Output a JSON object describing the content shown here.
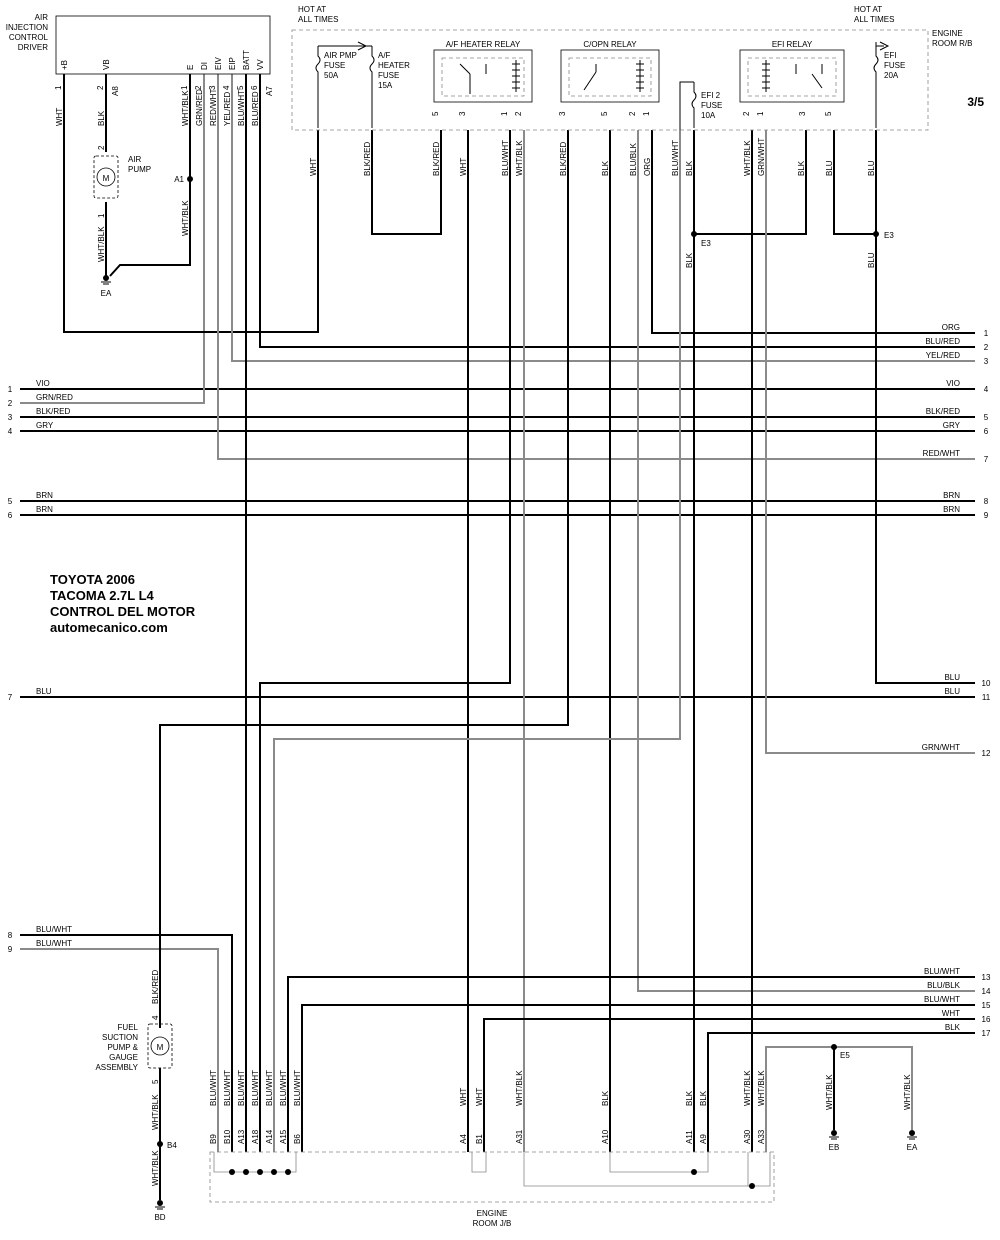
{
  "page_number": "3/5",
  "title": {
    "line1": "TOYOTA 2006",
    "line2": "TACOMA 2.7L  L4",
    "line3": "CONTROL DEL MOTOR",
    "line4": "automecanico.com"
  },
  "components": {
    "air_injection_driver": [
      "AIR",
      "INJECTION",
      "CONTROL",
      "DRIVER"
    ],
    "air_pump": [
      "AIR",
      "PUMP"
    ],
    "hot_at_all_times": [
      "HOT AT",
      "ALL TIMES"
    ],
    "air_pmp_fuse": [
      "AIR PMP",
      "FUSE",
      "50A"
    ],
    "af_heater_fuse": [
      "A/F",
      "HEATER",
      "FUSE",
      "15A"
    ],
    "af_heater_relay": "A/F HEATER RELAY",
    "c_opn_relay": "C/OPN RELAY",
    "efi_relay": "EFI RELAY",
    "efi2_fuse": [
      "EFI 2",
      "FUSE",
      "10A"
    ],
    "efi_fuse": [
      "EFI",
      "FUSE",
      "20A"
    ],
    "engine_room_rb": [
      "ENGINE",
      "ROOM R/B"
    ],
    "fuel_pump": [
      "FUEL",
      "SUCTION",
      "PUMP &",
      "GAUGE",
      "ASSEMBLY"
    ],
    "engine_room_jb": [
      "ENGINE",
      "ROOM J/B"
    ],
    "motor_symbol": "M"
  },
  "driver_pins": [
    "+B",
    "VB",
    "E",
    "DI",
    "EIV",
    "EIP",
    "BATT",
    "VV"
  ],
  "driver_pin_numbers": [
    "1",
    "2",
    "1",
    "2",
    "3",
    "4",
    "5",
    "6"
  ],
  "driver_connectors": [
    "A8",
    "A7"
  ],
  "driver_wire_colors": [
    "WHT",
    "BLK",
    "WHT/BLK",
    "GRN/RED",
    "RED/WHT",
    "YEL/RED",
    "BLU/WHT",
    "BLU/RED"
  ],
  "air_pump_pins": [
    "2",
    "1"
  ],
  "air_pump_colors": [
    "BLK",
    "WHT/BLK"
  ],
  "fuel_pump_pins": [
    "4",
    "5"
  ],
  "fuel_pump_colors": [
    "BLK/RED",
    "WHT/BLK"
  ],
  "splices": [
    "A1",
    "E3",
    "E3",
    "E5",
    "B4"
  ],
  "grounds": [
    "EA",
    "EB",
    "EA",
    "BD"
  ],
  "relay_pins": {
    "af_heater": [
      "5",
      "3",
      "1",
      "2"
    ],
    "c_opn": [
      "3",
      "5",
      "2",
      "1"
    ],
    "efi": [
      "2",
      "1",
      "3",
      "5"
    ]
  },
  "top_wire_colors": [
    "WHT",
    "BLK/RED",
    "BLK/RED",
    "WHT",
    "BLU/WHT",
    "WHT/BLK",
    "BLK/RED",
    "BLK",
    "BLU/BLK",
    "ORG",
    "BLU/WHT",
    "BLK",
    "WHT/BLK",
    "GRN/WHT",
    "BLK",
    "BLU",
    "BLU"
  ],
  "e3_drop_colors": [
    "BLK",
    "BLU"
  ],
  "left_rows": [
    {
      "num": "1",
      "color": "VIO"
    },
    {
      "num": "2",
      "color": "GRN/RED"
    },
    {
      "num": "3",
      "color": "BLK/RED"
    },
    {
      "num": "4",
      "color": "GRY"
    },
    {
      "num": "5",
      "color": "BRN"
    },
    {
      "num": "6",
      "color": "BRN"
    },
    {
      "num": "7",
      "color": "BLU"
    },
    {
      "num": "8",
      "color": "BLU/WHT"
    },
    {
      "num": "9",
      "color": "BLU/WHT"
    }
  ],
  "right_rows": [
    {
      "num": "1",
      "color": "ORG"
    },
    {
      "num": "2",
      "color": "BLU/RED"
    },
    {
      "num": "3",
      "color": "YEL/RED"
    },
    {
      "num": "4",
      "color": "VIO"
    },
    {
      "num": "5",
      "color": "BLK/RED"
    },
    {
      "num": "6",
      "color": "GRY"
    },
    {
      "num": "7",
      "color": "RED/WHT"
    },
    {
      "num": "8",
      "color": "BRN"
    },
    {
      "num": "9",
      "color": "BRN"
    },
    {
      "num": "10",
      "color": "BLU"
    },
    {
      "num": "11",
      "color": "BLU"
    },
    {
      "num": "12",
      "color": "GRN/WHT"
    },
    {
      "num": "13",
      "color": "BLU/WHT"
    },
    {
      "num": "14",
      "color": "BLU/BLK"
    },
    {
      "num": "15",
      "color": "BLU/WHT"
    },
    {
      "num": "16",
      "color": "WHT"
    },
    {
      "num": "17",
      "color": "BLK"
    }
  ],
  "jb_pins": [
    "B9",
    "B10",
    "A13",
    "A18",
    "A14",
    "A15",
    "B6",
    "A4",
    "B1",
    "A31",
    "A10",
    "A11",
    "A9",
    "A30",
    "A33"
  ],
  "jb_colors": [
    "BLU/WHT",
    "BLU/WHT",
    "BLU/WHT",
    "BLU/WHT",
    "BLU/WHT",
    "BLU/WHT",
    "BLU/WHT",
    "WHT",
    "WHT",
    "WHT/BLK",
    "BLK",
    "BLK",
    "BLK",
    "WHT/BLK",
    "WHT/BLK"
  ],
  "e5_colors": [
    "WHT/BLK",
    "WHT/BLK"
  ]
}
